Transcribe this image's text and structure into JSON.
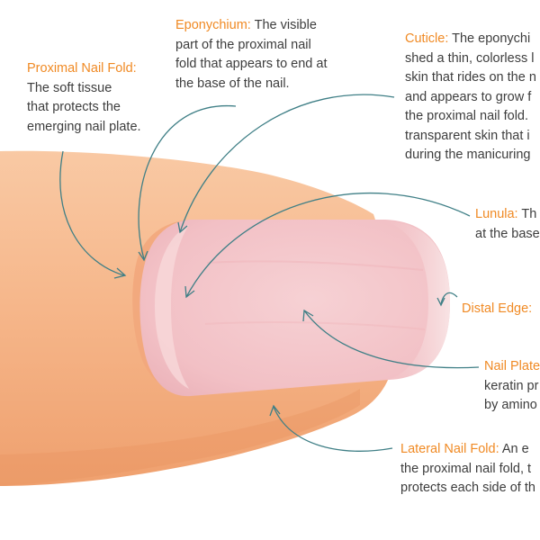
{
  "labels": {
    "proximal_nail_fold": {
      "term": "Proximal Nail Fold:",
      "first": "",
      "lines": [
        "The soft tissue",
        "that protects the",
        "emerging nail plate."
      ]
    },
    "eponychium": {
      "term": "Eponychium:",
      "first": " The visible",
      "lines": [
        "part of the proximal nail",
        "fold that appears to end at",
        "the base of the nail."
      ]
    },
    "cuticle": {
      "term": "Cuticle:",
      "first": " The eponychi",
      "lines": [
        "shed a thin, colorless l",
        "skin that rides on the n",
        "and appears to grow f",
        "the proximal nail fold.",
        "transparent skin that i",
        "during the manicuring"
      ]
    },
    "lunula": {
      "term": "Lunula:",
      "first": " Th",
      "lines": [
        "at the base"
      ]
    },
    "distal_edge": {
      "term": "Distal Edge:",
      "first": "",
      "lines": []
    },
    "nail_plate": {
      "term": "Nail Plate",
      "first": "",
      "lines": [
        "keratin pr",
        "by amino"
      ]
    },
    "lateral_nail_fold": {
      "term": "Lateral Nail Fold:",
      "first": " An e",
      "lines": [
        "the proximal nail fold, t",
        "protects each side of th"
      ]
    }
  },
  "colors": {
    "term": "#f08a24",
    "body_text": "#3d3d3d",
    "leader_line": "#3f7f86",
    "skin": "#f6b98e",
    "nail": "#f3c4c8"
  }
}
